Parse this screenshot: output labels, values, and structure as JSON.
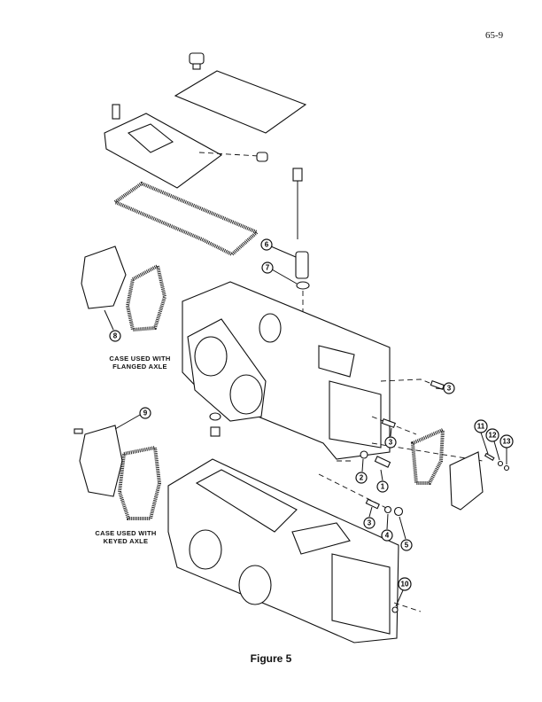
{
  "page_number": "65-9",
  "caption": "Figure 5",
  "notes": {
    "flanged": [
      "CASE USED WITH",
      "FLANGED AXLE"
    ],
    "keyed": [
      "CASE USED WITH",
      "KEYED AXLE"
    ]
  },
  "callouts": [
    "6",
    "7",
    "8",
    "9",
    "3",
    "3",
    "2",
    "1",
    "3",
    "4",
    "5",
    "10",
    "11",
    "12",
    "13"
  ]
}
